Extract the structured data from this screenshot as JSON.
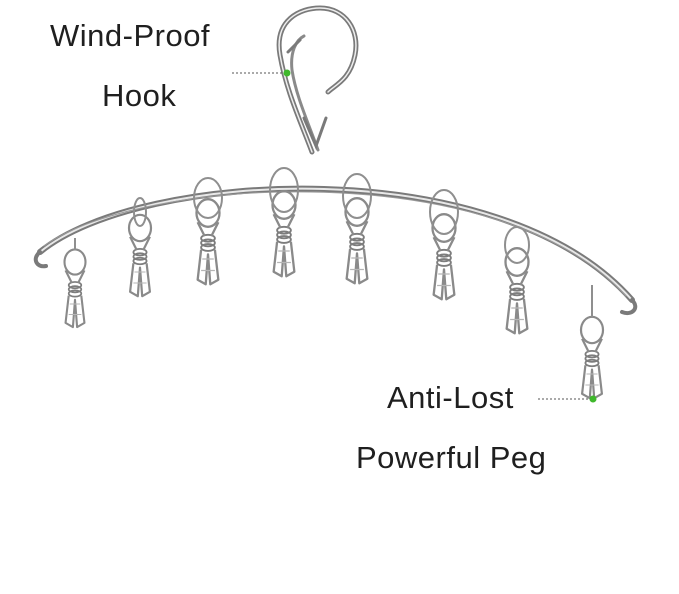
{
  "callouts": {
    "hook": {
      "line1": "Wind-Proof",
      "line2": "Hook"
    },
    "peg": {
      "line1": "Anti-Lost",
      "line2": "Powerful Peg"
    }
  },
  "colors": {
    "marker": "#3fb82c",
    "wire": "#8c8c8c",
    "wire_highlight": "#e6e6e6",
    "leader": "#555555",
    "text": "#1f1f1f"
  },
  "icons": [
    "hanger-hook-icon",
    "hanger-arc-icon",
    "clothes-peg-icon"
  ]
}
